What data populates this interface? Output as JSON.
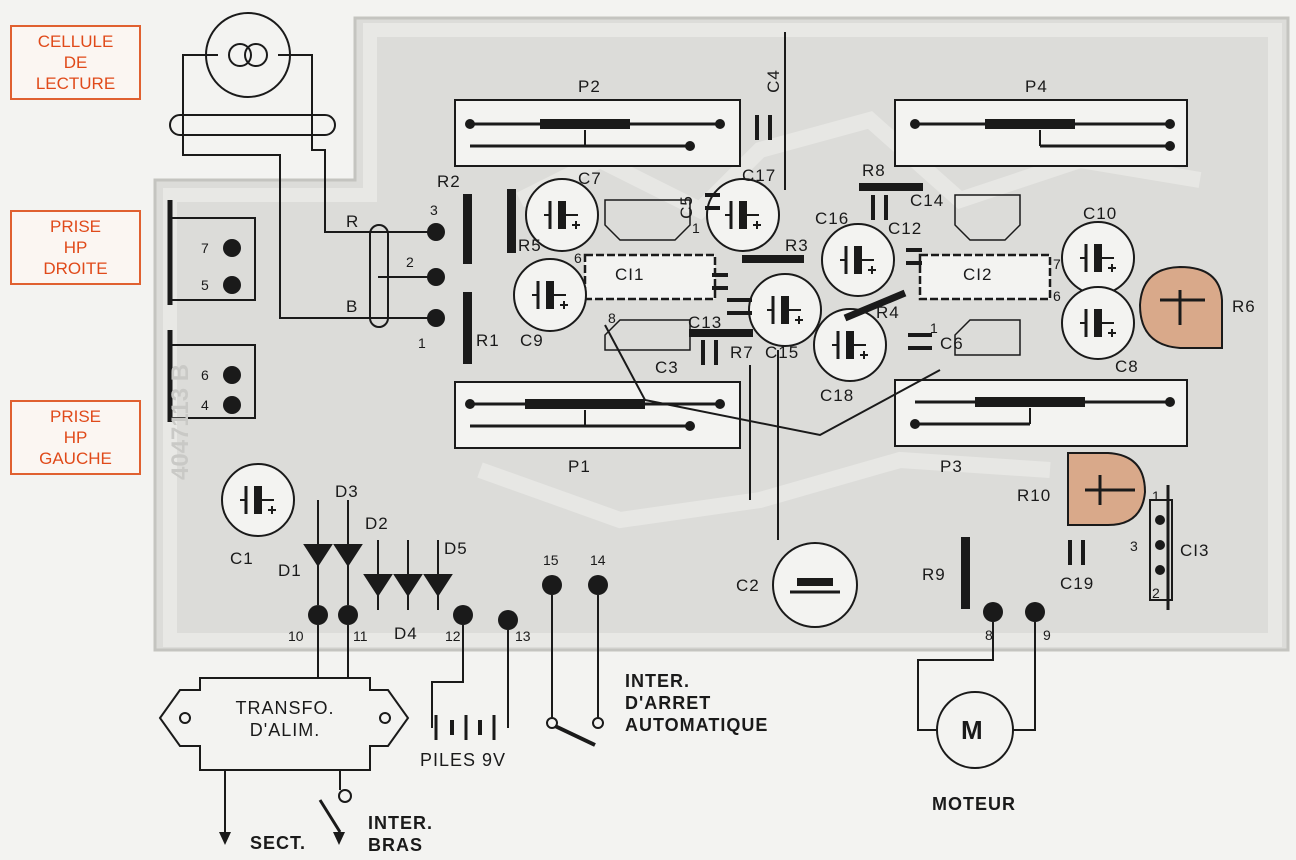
{
  "boxes": {
    "cellule": "CELLULE\nDE\nLECTURE",
    "droite": "PRISE\nHP\nDROITE",
    "gauche": "PRISE\nHP\nGAUCHE"
  },
  "components": {
    "p1": "P1",
    "p2": "P2",
    "p3": "P3",
    "p4": "P4",
    "c1": "C1",
    "c2": "C2",
    "c3": "C3",
    "c4": "C4",
    "c5": "C5",
    "c6": "C6",
    "c7": "C7",
    "c8": "C8",
    "c9": "C9",
    "c10": "C10",
    "c12": "C12",
    "c13": "C13",
    "c14": "C14",
    "c15": "C15",
    "c16": "C16",
    "c17": "C17",
    "c18": "C18",
    "c19": "C19",
    "ci1": "CI1",
    "ci2": "CI2",
    "ci3": "CI3",
    "r1": "R1",
    "r2": "R2",
    "r3": "R3",
    "r4": "R4",
    "r5": "R5",
    "r6": "R6",
    "r7": "R7",
    "r8": "R8",
    "r9": "R9",
    "r10": "R10",
    "d1": "D1",
    "d2": "D2",
    "d3": "D3",
    "d4": "D4",
    "d5": "D5",
    "r_wire": "R",
    "b_wire": "B",
    "motor": "M",
    "board_ref": "4047113 B"
  },
  "pins": {
    "p1": "1",
    "p2": "2",
    "p3": "3",
    "p4": "4",
    "p5": "5",
    "p6": "6",
    "p7": "7",
    "p8": "8",
    "p9": "9",
    "p10": "10",
    "p11": "11",
    "p12": "12",
    "p13": "13",
    "p14": "14",
    "p15": "15",
    "ci1_6": "6",
    "ci1_8": "8",
    "ci2_7": "7",
    "ci2_6": "6",
    "ci3_1": "1",
    "ci3_2": "2",
    "ci3_3": "3",
    "c11_1": "1",
    "c6_1": "1",
    "c17_1": "1"
  },
  "captions": {
    "transfo": "TRANSFO.\nD'ALIM.",
    "piles": "PILES 9V",
    "inter_arret": "INTER.\nD'ARRET\nAUTOMATIQUE",
    "moteur": "MOTEUR",
    "sect": "SECT.",
    "inter_bras": "INTER.\nBRAS"
  },
  "colors": {
    "accent": "#e04a1a",
    "trace": "#1a1a1a",
    "board": "#d9d9d6",
    "trim": "#d9a98a"
  }
}
